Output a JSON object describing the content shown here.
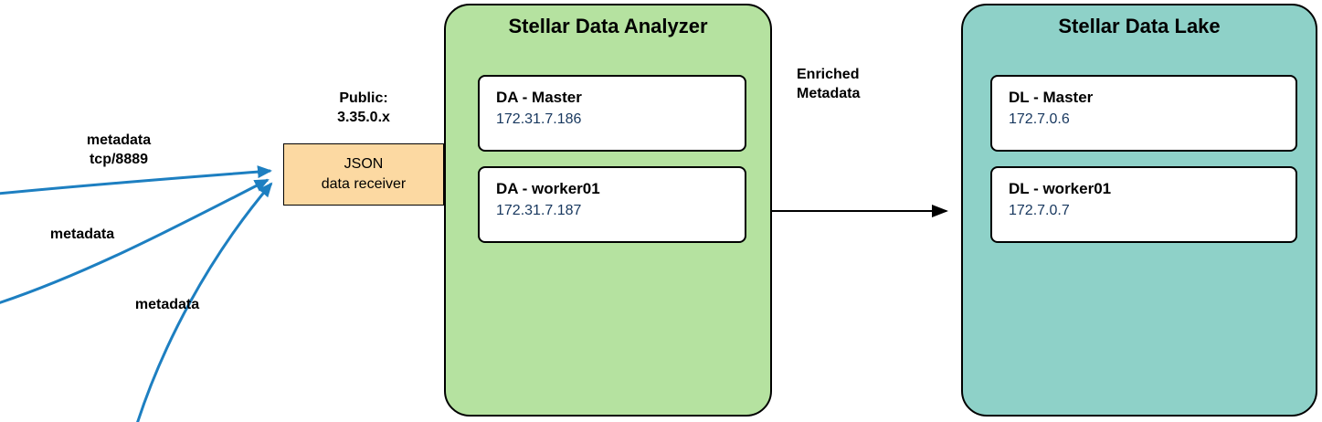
{
  "colors": {
    "analyzer_fill": "#b5e2a0",
    "lake_fill": "#8ed1c8",
    "receiver_fill": "#fcd9a2",
    "arrow_blue": "#1d7fc1",
    "ip_text": "#17375e",
    "border": "#000000"
  },
  "labels": {
    "metadata_tcp": "metadata\ntcp/8889",
    "metadata_mid": "metadata",
    "metadata_bottom": "metadata",
    "public_ip": "Public:\n3.35.0.x",
    "enriched": "Enriched\nMetadata"
  },
  "receiver": {
    "label": "JSON\ndata receiver"
  },
  "analyzer": {
    "title": "Stellar Data Analyzer",
    "nodes": [
      {
        "name": "DA - Master",
        "ip": "172.31.7.186"
      },
      {
        "name": "DA - worker01",
        "ip": "172.31.7.187"
      }
    ]
  },
  "lake": {
    "title": "Stellar Data Lake",
    "nodes": [
      {
        "name": "DL - Master",
        "ip": "172.7.0.6"
      },
      {
        "name": "DL - worker01",
        "ip": "172.7.0.7"
      }
    ]
  }
}
